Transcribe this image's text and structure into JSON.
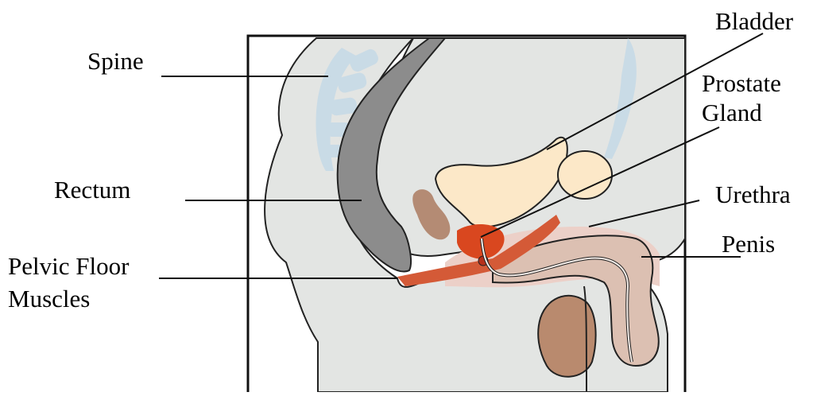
{
  "labels": {
    "spine": "Spine",
    "bladder": "Bladder",
    "prostate_line1": "Prostate",
    "prostate_line2": "Gland",
    "rectum": "Rectum",
    "urethra": "Urethra",
    "penis": "Penis",
    "pelvic_line1": "Pelvic Floor",
    "pelvic_line2": "Muscles"
  },
  "colors": {
    "body_fill": "#e3e5e3",
    "outline": "#222222",
    "spine": "#c9dbe6",
    "rectum": "#8c8c8c",
    "bladder": "#fce8c8",
    "prostate": "#d9471f",
    "pelvic_floor": "#d45a37",
    "tissue_pink": "#ecd0c8",
    "penis_pink": "#dcc0b2",
    "testis_brown": "#b98a6e",
    "feces": "#b48b74"
  }
}
